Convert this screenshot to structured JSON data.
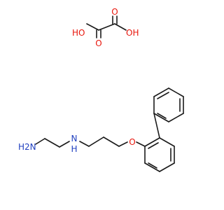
{
  "labels": {
    "oh_left": "HO",
    "o_top_left": "O",
    "o_bottom_left": "O",
    "oh_right": "OH",
    "nh2": "H2N",
    "nh": "N",
    "nh_h": "H",
    "ether_o": "O"
  },
  "colors": {
    "bond": "#1a1a1a",
    "oxygen": "#e8150b",
    "nitrogen": "#1f3fbf",
    "background": "#ffffff"
  }
}
